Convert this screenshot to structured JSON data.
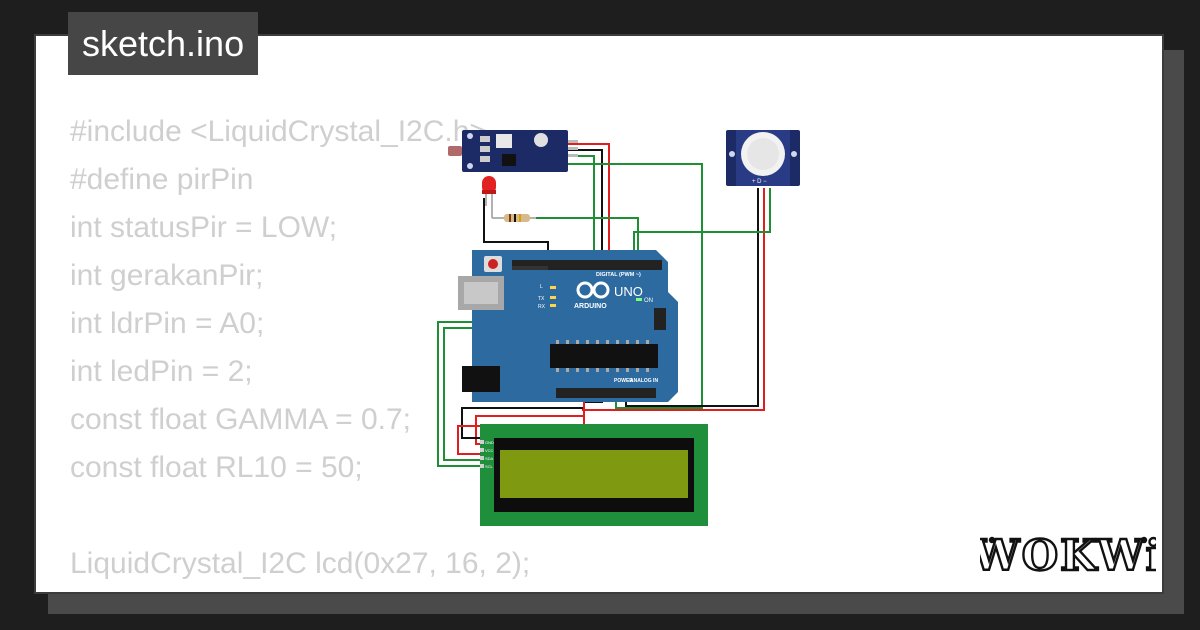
{
  "tab": {
    "filename": "sketch.ino"
  },
  "code": {
    "lines": [
      "#include <LiquidCrystal_I2C.h>",
      "#define pirPin",
      "int statusPir = LOW;",
      "int gerakanPir;",
      "int ldrPin = A0;",
      "int ledPin = 2;",
      "const float GAMMA = 0.7;",
      "const float RL10 = 50;",
      "",
      "LiquidCrystal_I2C lcd(0x27, 16, 2);"
    ]
  },
  "board": {
    "brand": "ARDUINO",
    "model": "UNO",
    "digital_label": "DIGITAL (PWM ~)",
    "power_label": "POWER",
    "analog_label": "ANALOG IN",
    "on_label": "ON",
    "tx_label": "TX",
    "rx_label": "RX",
    "l_label": "L"
  },
  "lcd": {
    "pins": [
      "GND",
      "VCC",
      "SDA",
      "SCL"
    ]
  },
  "logo": {
    "text": "WOKWi",
    "icon": "wokwi-logo"
  },
  "colors": {
    "background": "#1e1e1e",
    "card": "#ffffff",
    "tab": "#464646",
    "code_text": "#cfcfcf",
    "board": "#2c6aa0",
    "lcd_frame": "#1f8f3c",
    "lcd_screen": "#7f9a10",
    "wire_red": "#e01e1e",
    "wire_black": "#111111",
    "wire_green": "#1e8f32"
  }
}
